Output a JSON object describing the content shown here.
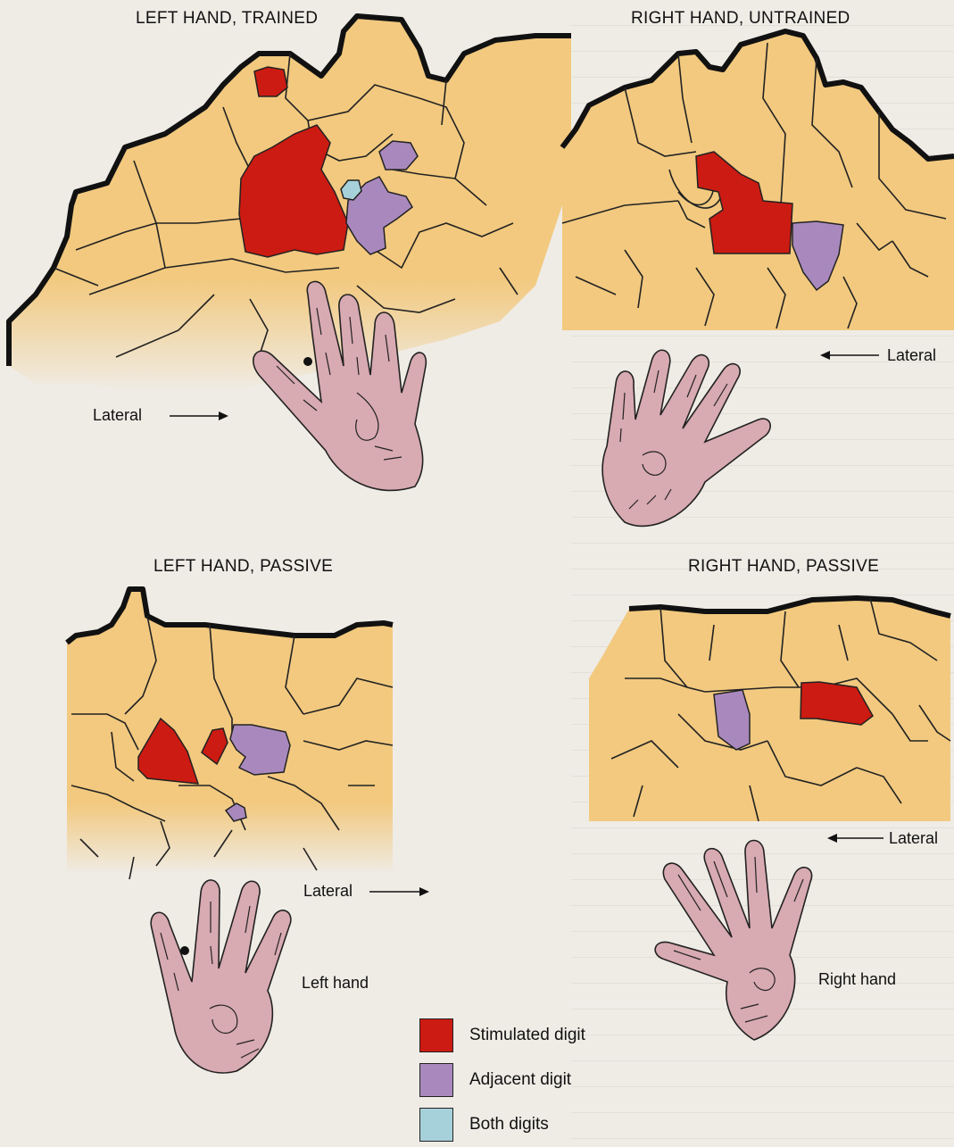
{
  "panels": {
    "left_trained": {
      "title": "LEFT HAND, TRAINED",
      "direction_label": "Lateral"
    },
    "right_untrained": {
      "title": "RIGHT HAND, UNTRAINED",
      "direction_label": "Lateral"
    },
    "left_passive": {
      "title": "LEFT HAND, PASSIVE",
      "direction_label": "Lateral"
    },
    "right_passive": {
      "title": "RIGHT HAND, PASSIVE",
      "direction_label": "Lateral"
    }
  },
  "hand_labels": {
    "left": "Left hand",
    "right": "Right hand"
  },
  "legend": [
    {
      "label": "Stimulated digit",
      "color": "#cc1b12"
    },
    {
      "label": "Adjacent digit",
      "color": "#a989bd"
    },
    {
      "label": "Both digits",
      "color": "#a7d1da"
    }
  ],
  "colors": {
    "cortex": "#f2c97f",
    "outline": "#111111",
    "hand": "#d8aab1"
  }
}
